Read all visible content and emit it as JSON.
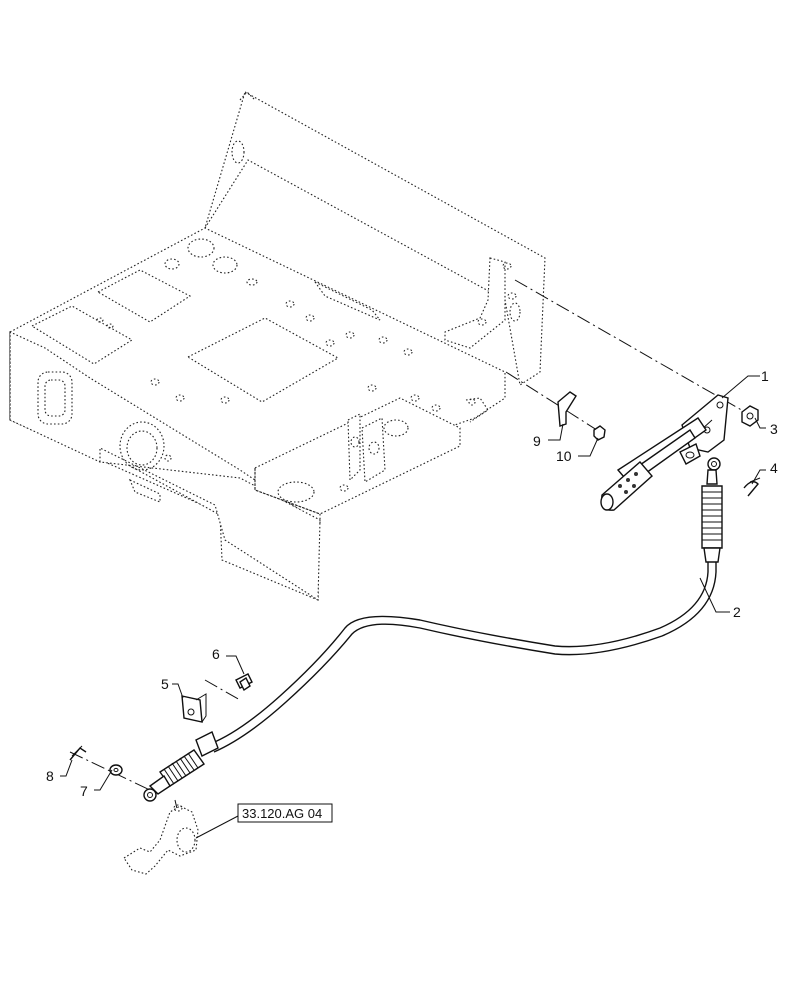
{
  "callouts": [
    {
      "id": "1",
      "label": "1"
    },
    {
      "id": "2",
      "label": "2"
    },
    {
      "id": "3",
      "label": "3"
    },
    {
      "id": "4",
      "label": "4"
    },
    {
      "id": "5",
      "label": "5"
    },
    {
      "id": "6",
      "label": "6"
    },
    {
      "id": "7",
      "label": "7"
    },
    {
      "id": "8",
      "label": "8"
    },
    {
      "id": "9",
      "label": "9"
    },
    {
      "id": "10",
      "label": "10"
    }
  ],
  "reference": {
    "label": "33.120.AG 04"
  },
  "icons": {
    "frame": "chassis-frame",
    "lever": "parking-brake-lever",
    "cable": "brake-cable",
    "pedal": "brake-pedal-arm"
  }
}
